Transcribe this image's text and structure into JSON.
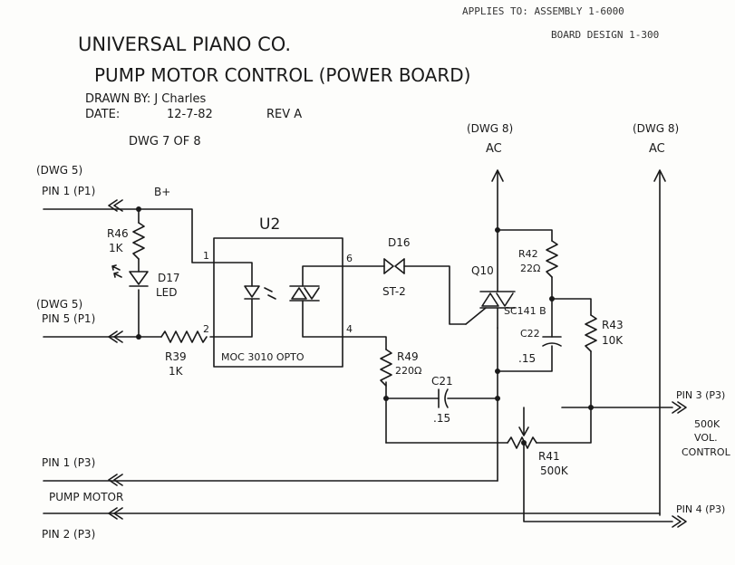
{
  "header": {
    "applies_to": "APPLIES TO:  ASSEMBLY 1-6000",
    "board_design": "BOARD DESIGN 1-300",
    "company": "UNIVERSAL PIANO CO.",
    "title": "PUMP MOTOR CONTROL (POWER BOARD)",
    "drawn_by": "DRAWN BY: J Charles",
    "date_label": "DATE:",
    "date": "12-7-82",
    "rev": "REV A",
    "dwg": "DWG 7 OF 8"
  },
  "connectors": {
    "dwg5_top": "(DWG 5)",
    "pin1_p1": "PIN 1 (P1)",
    "dwg5_mid": "(DWG 5)",
    "pin5_p1": "PIN 5 (P1)",
    "pin1_p3": "PIN 1 (P3)",
    "pump_motor": "PUMP MOTOR",
    "pin2_p3": "PIN 2 (P3)",
    "dwg8_a": "(DWG 8)",
    "ac_a": "AC",
    "dwg8_b": "(DWG 8)",
    "ac_b": "AC",
    "pin3_p3": "PIN 3 (P3)",
    "pin4_p3": "PIN 4 (P3)",
    "vol_control_1": "500K",
    "vol_control_2": "VOL.",
    "vol_control_3": "CONTROL"
  },
  "components": {
    "bplus": "B+",
    "r46": "R46",
    "r46_val": "1K",
    "d17": "D17",
    "d17_type": "LED",
    "r39": "R39",
    "r39_val": "1K",
    "u2": "U2",
    "u2_pin1": "1",
    "u2_pin2": "2",
    "u2_pin6": "6",
    "u2_pin4": "4",
    "u2_part": "MOC 3010 OPTO",
    "d16": "D16",
    "d16_type": "ST-2",
    "q10": "Q10",
    "q10_type": "SC141 B",
    "r42": "R42",
    "r42_val": "22Ω",
    "c22": "C22",
    "c22_val": ".15",
    "r43": "R43",
    "r43_val": "10K",
    "r49": "R49",
    "r49_val": "220Ω",
    "c21": "C21",
    "c21_val": ".15",
    "r41": "R41",
    "r41_val": "500K"
  }
}
